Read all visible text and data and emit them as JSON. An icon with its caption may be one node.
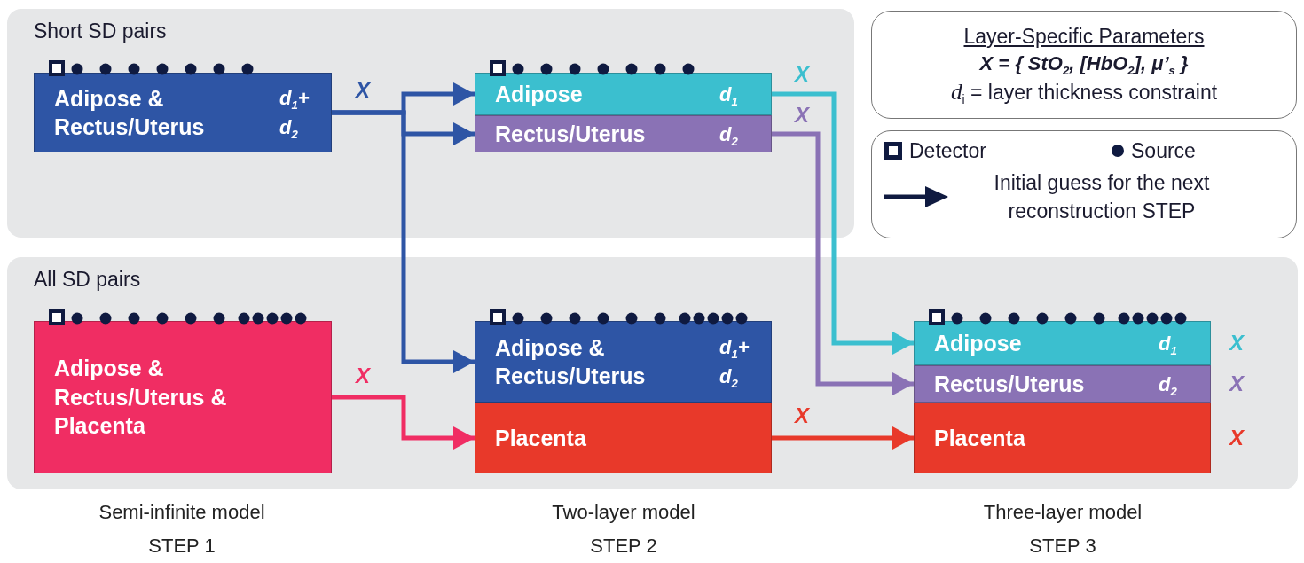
{
  "diagram": {
    "nodes": [
      {
        "text": [
          "Short SD pairs"
        ]
      },
      {
        "text": [
          "Adipose & Rectus/Uterus",
          "d$_{1}$+ d$_{2}$"
        ],
        "in": 0
      },
      {
        "text": [
          "Adipose",
          "d$_{1}$"
        ],
        "in": 0
      },
      {
        "text": [
          "Rectus/Uterus",
          "d$_{2}$"
        ],
        "in": 0
      },
      {
        "text": [
          "All SD pairs"
        ]
      },
      {
        "text": [
          "Adipose & Rectus/Uterus & Placenta"
        ],
        "in": 4
      },
      {
        "text": [
          "Adipose & Rectus/Uterus",
          "d$_{1}$+ d$_{2}$"
        ],
        "in": 4
      },
      {
        "text": [
          "Placenta"
        ],
        "in": 4
      },
      {
        "text": [
          "Adipose",
          "d$_{1}$"
        ],
        "in": 4,
        "beside": [
          "X"
        ]
      },
      {
        "text": [
          "Rectus/Uterus",
          "d$_{2}$"
        ],
        "in": 4,
        "beside": [
          "X"
        ]
      },
      {
        "text": [
          "Placenta"
        ],
        "in": 4,
        "beside": [
          "X"
        ]
      },
      {
        "text": [
          "Layer-Specific Parameters",
          "X = { StO$_{2}$, [HbO$_{2}$], μ’$_{s}$ }",
          "*d*$_{i}$ =  layer thickness constraint"
        ]
      }
    ],
    "edges": [
      {
        "from": 1,
        "to": 2,
        "arrow": "to",
        "label": "X"
      },
      {
        "from": 1,
        "to": 3,
        "arrow": "to"
      },
      {
        "from": 1,
        "to": 6,
        "arrow": "to"
      },
      {
        "from": 2,
        "to": 8,
        "arrow": "to",
        "label": "X",
        "color": "#3bbfcf"
      },
      {
        "from": 3,
        "to": 9,
        "arrow": "to",
        "label": "X",
        "color": "#8a72b5"
      },
      {
        "from": 5,
        "to": 7,
        "arrow": "to",
        "label": "X",
        "color": "#f02d63"
      },
      {
        "from": 7,
        "to": 10,
        "arrow": "to",
        "label": "X",
        "color": "#e8392a"
      }
    ],
    "labels": [
      "Semi-infinite model",
      "Two-layer model",
      "Three-layer model",
      "STEP 1",
      "STEP 2",
      "STEP 3"
    ],
    "legend": [
      {
        "text": "Detector"
      },
      {
        "text": "Source"
      },
      {
        "text": "Initial guess for the next reconstruction STEP"
      }
    ]
  }
}
